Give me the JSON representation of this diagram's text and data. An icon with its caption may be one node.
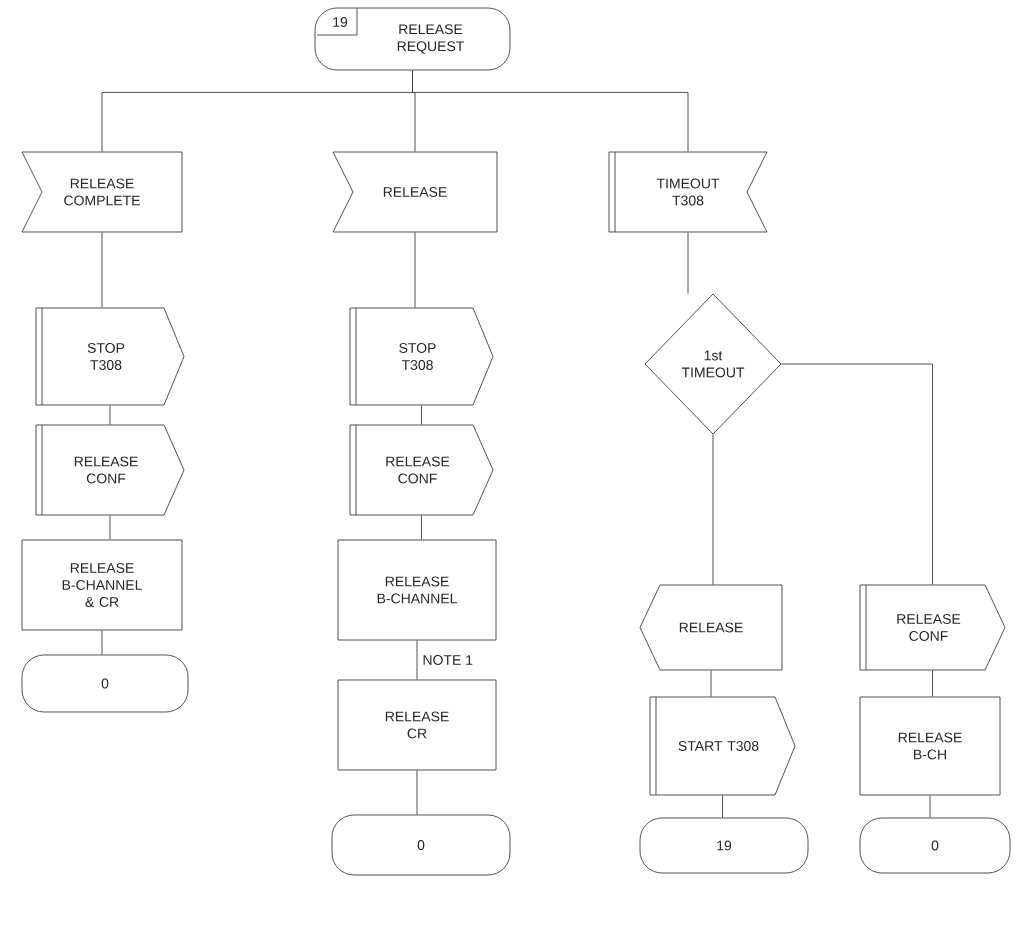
{
  "diagram": {
    "nodes": [
      {
        "text": [
          "19",
          "RELEASE REQUEST"
        ]
      },
      {
        "text": [
          "RELEASE COMPLETE"
        ]
      },
      {
        "text": [
          "RELEASE"
        ]
      },
      {
        "text": [
          "TIMEOUT T308"
        ]
      },
      {
        "text": [
          "STOP T308"
        ]
      },
      {
        "text": [
          "RELEASE CONF"
        ]
      },
      {
        "text": [
          "RELEASE B-CHANNEL & CR"
        ]
      },
      {
        "text": [
          "0"
        ]
      },
      {
        "text": [
          "STOP T308"
        ]
      },
      {
        "text": [
          "RELEASE CONF"
        ]
      },
      {
        "text": [
          "RELEASE B-CHANNEL"
        ]
      },
      {
        "text": [
          "RELEASE CR"
        ]
      },
      {
        "text": [
          "0"
        ]
      },
      {
        "text": [
          "1st TIMEOUT"
        ]
      },
      {
        "text": [
          "RELEASE"
        ]
      },
      {
        "text": [
          "START T308"
        ]
      },
      {
        "text": [
          "19"
        ]
      },
      {
        "text": [
          "RELEASE CONF"
        ]
      },
      {
        "text": [
          "RELEASE B-CH"
        ]
      },
      {
        "text": [
          "0"
        ]
      }
    ],
    "edges": [
      {
        "from": 0,
        "to": 1,
        "arrow": "none"
      },
      {
        "from": 0,
        "to": 2,
        "arrow": "none"
      },
      {
        "from": 0,
        "to": 3,
        "arrow": "none"
      },
      {
        "from": 1,
        "to": 4,
        "arrow": "none"
      },
      {
        "from": 4,
        "to": 5,
        "arrow": "none"
      },
      {
        "from": 5,
        "to": 6,
        "arrow": "none"
      },
      {
        "from": 6,
        "to": 7,
        "arrow": "none"
      },
      {
        "from": 2,
        "to": 8,
        "arrow": "none"
      },
      {
        "from": 8,
        "to": 9,
        "arrow": "none"
      },
      {
        "from": 9,
        "to": 10,
        "arrow": "none"
      },
      {
        "from": 10,
        "to": 11,
        "arrow": "none",
        "label": "NOTE 1"
      },
      {
        "from": 11,
        "to": 12,
        "arrow": "none"
      },
      {
        "from": 3,
        "to": 13,
        "arrow": "none"
      },
      {
        "from": 13,
        "to": 14,
        "arrow": "none"
      },
      {
        "from": 14,
        "to": 15,
        "arrow": "none"
      },
      {
        "from": 15,
        "to": 16,
        "arrow": "none"
      },
      {
        "from": 13,
        "to": 17,
        "arrow": "none"
      },
      {
        "from": 17,
        "to": 18,
        "arrow": "none"
      },
      {
        "from": 18,
        "to": 19,
        "arrow": "none"
      }
    ]
  }
}
